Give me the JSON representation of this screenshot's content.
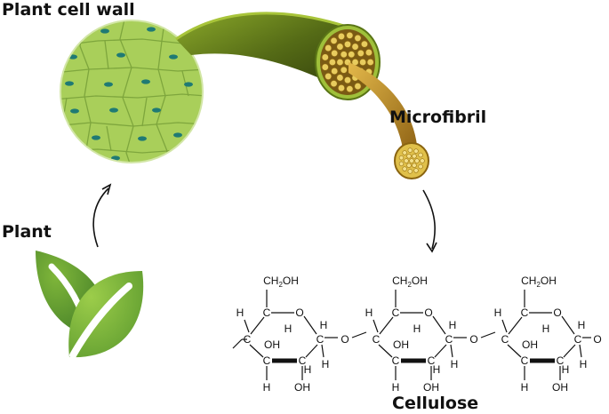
{
  "labels": {
    "plant_cell_wall": "Plant cell wall",
    "microfibril": "Microfibril",
    "plant": "Plant",
    "cellulose": "Cellulose"
  },
  "chem": {
    "ch2oh_ch": "CH",
    "ch2oh_sub": "2",
    "ch2oh_oh": "OH",
    "h": "H",
    "c": "C",
    "o": "O",
    "oh": "OH"
  },
  "colors": {
    "cell_fill": "#a9cf5a",
    "cell_line": "#6f9b32",
    "nucleus": "#1f7a74",
    "fiber_outer": "#4a5a12",
    "fiber_inner": "#c8a43a",
    "strand": "#e2c65a",
    "leaf_dark": "#4e8a2e",
    "leaf_light": "#78b43a"
  },
  "icons": [
    "leaf-icon",
    "arrow-up-icon",
    "arrow-down-icon"
  ]
}
